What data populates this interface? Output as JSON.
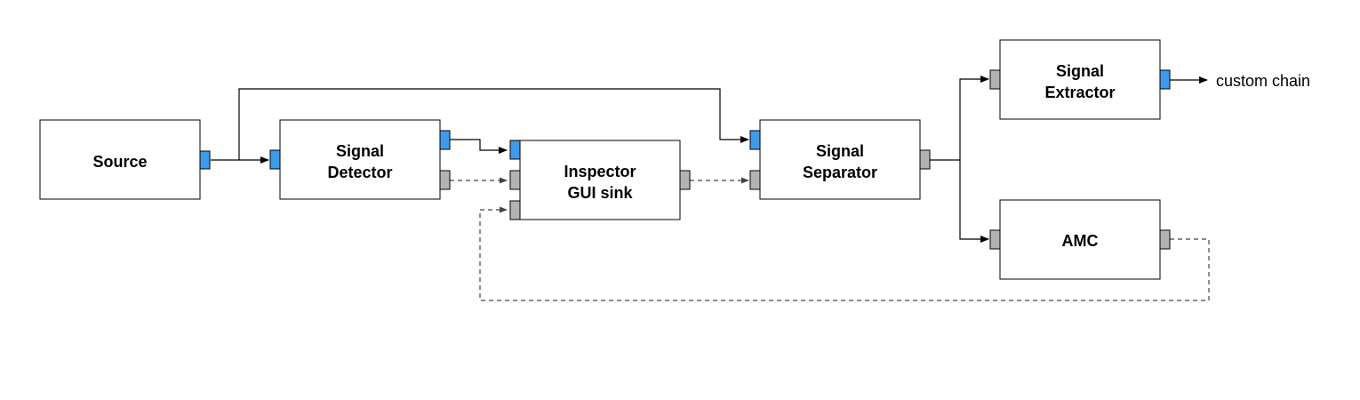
{
  "colors": {
    "block_fill": "#ffffff",
    "block_stroke": "#000000",
    "port_blue": "#3e9be9",
    "port_gray": "#b3b3b3",
    "wire": "#000000",
    "dashed_wire": "#555555"
  },
  "blocks": {
    "source": {
      "lines": [
        "Source"
      ]
    },
    "signal_detector": {
      "lines": [
        "Signal",
        "Detector"
      ]
    },
    "inspector": {
      "lines": [
        "Inspector",
        "GUI sink"
      ]
    },
    "signal_separator": {
      "lines": [
        "Signal",
        "Separator"
      ]
    },
    "signal_extractor": {
      "lines": [
        "Signal",
        "Extractor"
      ]
    },
    "amc": {
      "lines": [
        "AMC"
      ]
    }
  },
  "output_label": "custom chain"
}
